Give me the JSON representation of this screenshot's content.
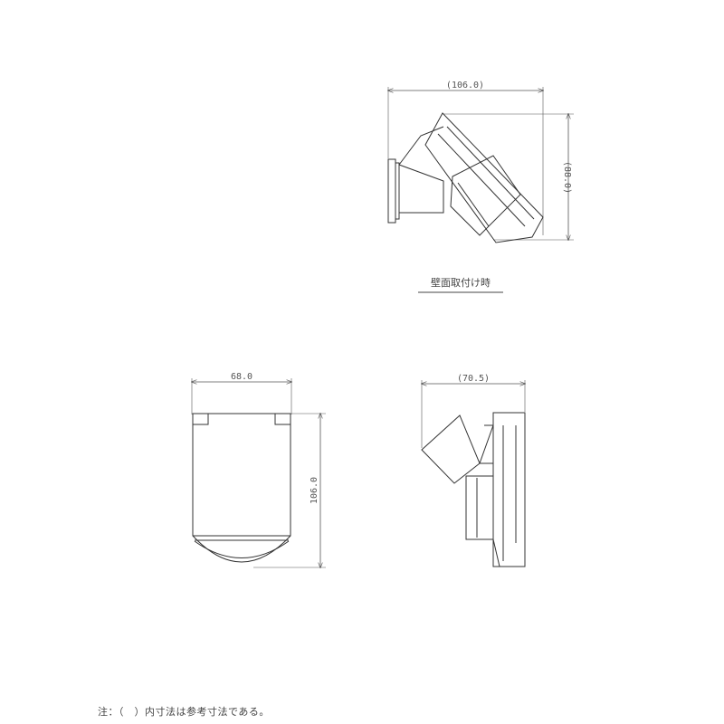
{
  "views": {
    "wall_mount": {
      "caption": "壁面取付け時",
      "width_dim": "(106.0)",
      "height_dim": "(88.0)"
    },
    "front": {
      "width_dim": "68.0",
      "height_dim": "106.0"
    },
    "side": {
      "width_dim": "(70.5)"
    }
  },
  "note": "注：（　）内寸法は参考寸法である。",
  "colors": {
    "line": "#333333",
    "dim_line": "#555555",
    "background": "#ffffff"
  }
}
